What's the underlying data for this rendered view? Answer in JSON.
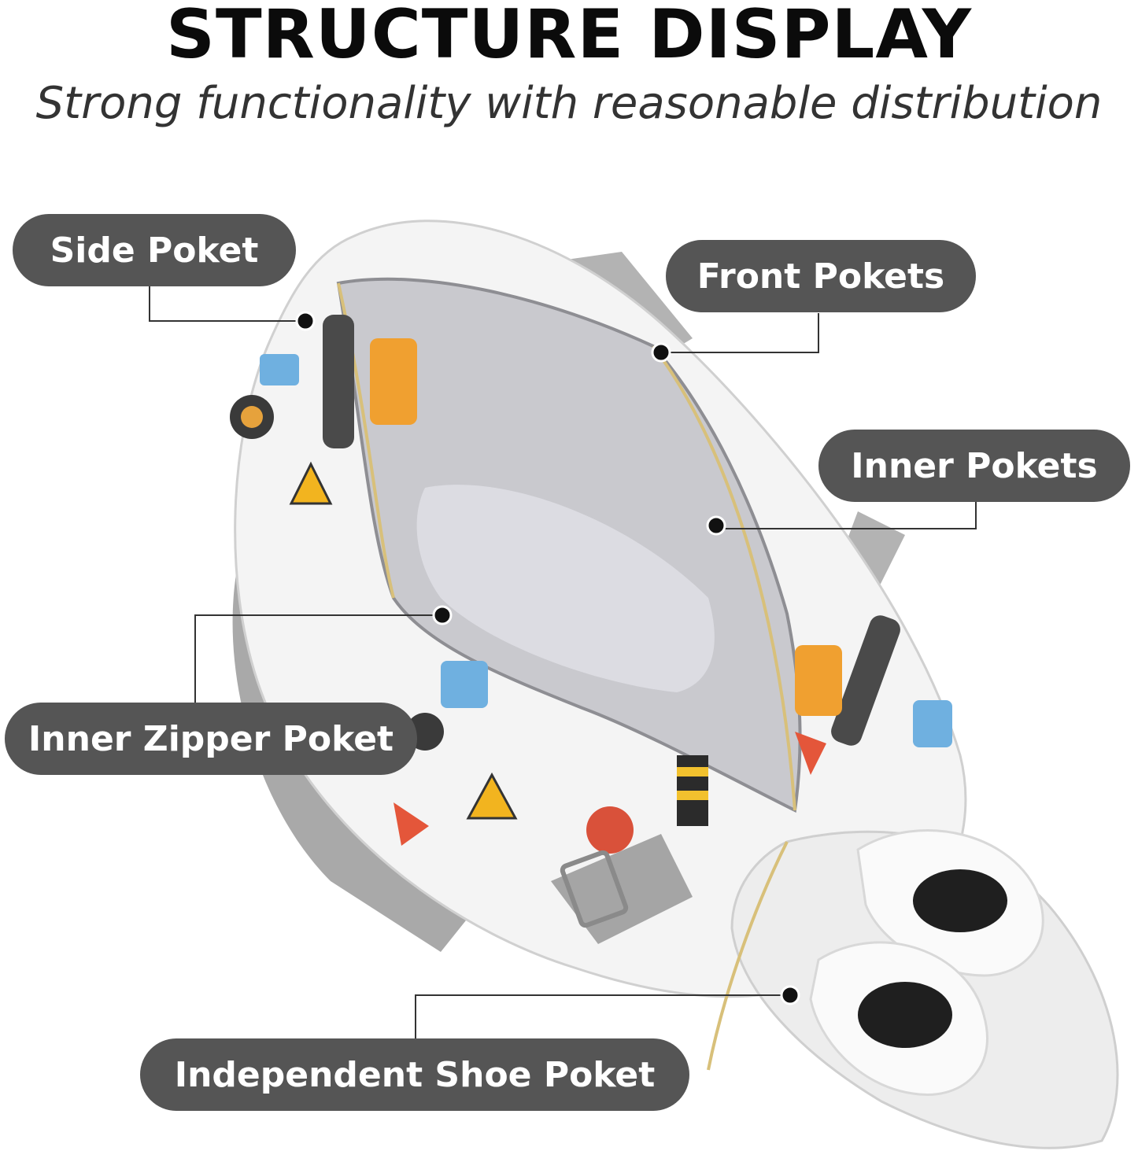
{
  "header": {
    "title": "STRUCTURE DISPLAY",
    "subtitle": "Strong functionality with reasonable distribution"
  },
  "callouts": {
    "side_pocket": "Side Poket",
    "front_pockets": "Front Pokets",
    "inner_pockets": "Inner Pokets",
    "inner_zipper_pocket": "Inner Zipper Poket",
    "shoe_pocket": "Independent Shoe Poket"
  },
  "colors": {
    "label_bg": "#555555",
    "label_text": "#ffffff",
    "bag_lining": "#c9c9ce",
    "strap": "#a9a9a9"
  }
}
